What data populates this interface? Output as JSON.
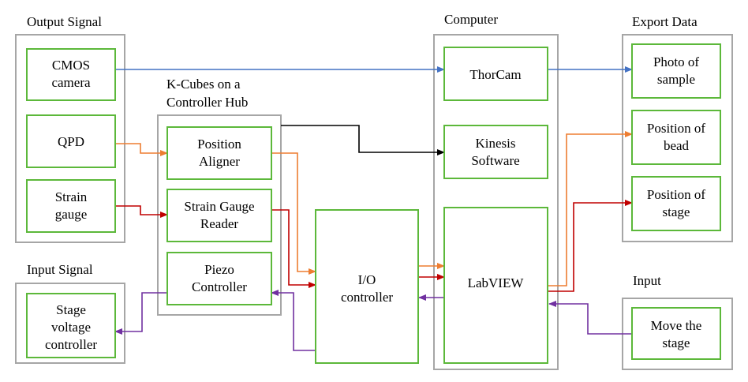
{
  "groups": {
    "output_signal": "Output Signal",
    "kcubes_line1": "K-Cubes on a",
    "kcubes_line2": "Controller Hub",
    "computer": "Computer",
    "export_data": "Export Data",
    "input_signal": "Input Signal",
    "input": "Input"
  },
  "nodes": {
    "cmos_l1": "CMOS",
    "cmos_l2": "camera",
    "qpd": "QPD",
    "strain_l1": "Strain",
    "strain_l2": "gauge",
    "aligner_l1": "Position",
    "aligner_l2": "Aligner",
    "sgreader_l1": "Strain Gauge",
    "sgreader_l2": "Reader",
    "piezo_l1": "Piezo",
    "piezo_l2": "Controller",
    "stagevc_l1": "Stage",
    "stagevc_l2": "voltage",
    "stagevc_l3": "controller",
    "io_l1": "I/O",
    "io_l2": "controller",
    "thorcam": "ThorCam",
    "kinesis_l1": "Kinesis",
    "kinesis_l2": "Software",
    "labview": "LabVIEW",
    "photo_l1": "Photo of",
    "photo_l2": "sample",
    "bead_l1": "Position of",
    "bead_l2": "bead",
    "stage_l1": "Position of",
    "stage_l2": "stage",
    "move_l1": "Move the",
    "move_l2": "stage"
  },
  "colors": {
    "blue": "#4472c4",
    "orange": "#ed7d31",
    "red": "#c00000",
    "black": "#000000",
    "purple": "#7030a0",
    "node_border": "#5cb83a",
    "group_border": "#a6a6a6"
  }
}
